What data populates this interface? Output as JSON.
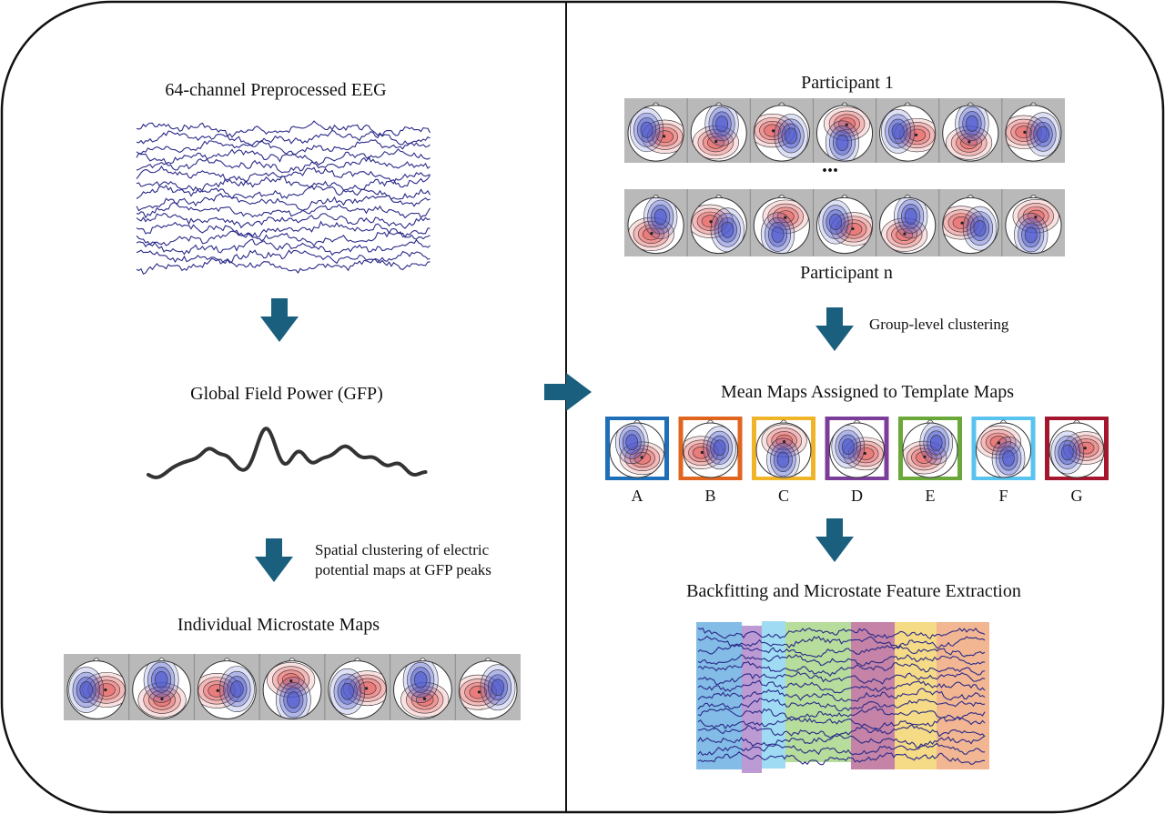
{
  "left_panel": {
    "eeg_title": "64-channel Preprocessed EEG",
    "gfp_title": "Global Field Power (GFP)",
    "clustering_note_line1": "Spatial clustering of electric",
    "clustering_note_line2": "potential maps at GFP peaks",
    "maps_title": "Individual Microstate Maps"
  },
  "right_panel": {
    "participant_first": "Participant 1",
    "ellipsis": "...",
    "participant_last": "Participant n",
    "group_note": "Group-level clustering",
    "template_title": "Mean Maps Assigned to Template Maps",
    "template_maps": [
      {
        "label": "A",
        "frame_color": "#1f6fb8"
      },
      {
        "label": "B",
        "frame_color": "#e0651f"
      },
      {
        "label": "C",
        "frame_color": "#f0b429"
      },
      {
        "label": "D",
        "frame_color": "#7b3c9a"
      },
      {
        "label": "E",
        "frame_color": "#6aa83a"
      },
      {
        "label": "F",
        "frame_color": "#58c3ee"
      },
      {
        "label": "G",
        "frame_color": "#a3162e"
      }
    ],
    "backfit_title": "Backfitting and Microstate Feature Extraction",
    "backfit_bands": [
      "#5aa6de",
      "#a678c4",
      "#7fd0f0",
      "#9ed17a",
      "#b05a8a",
      "#f2cf5c",
      "#ee9e6e"
    ]
  },
  "colors": {
    "arrow": "#1a5f7e",
    "eeg_trace": "#2a2a88",
    "map_bg": "#b9b9b9",
    "map_red": "#e86868",
    "map_blue": "#4a57cc"
  }
}
